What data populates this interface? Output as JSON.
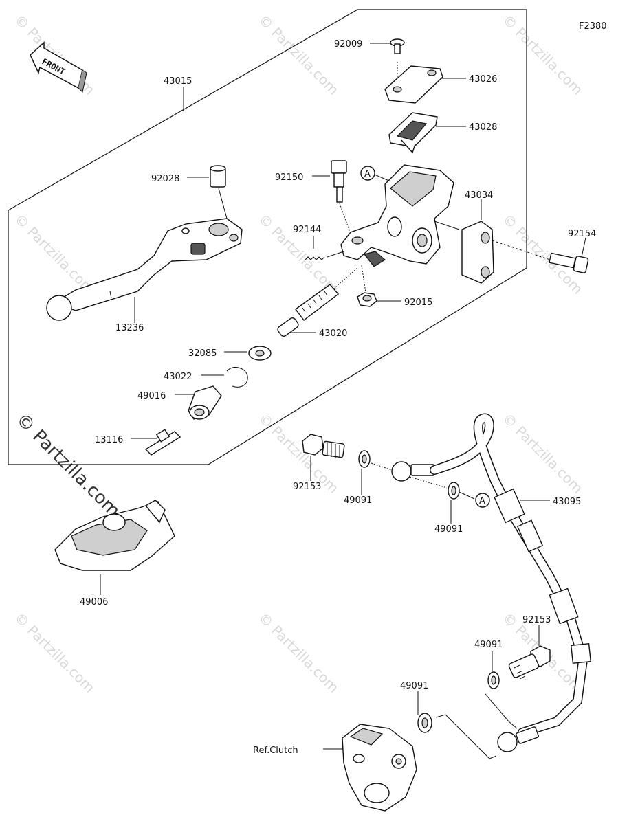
{
  "diagram_code": "F2380",
  "front_label": "FRONT",
  "watermark": "© Partzilla.com",
  "callout_a": "A",
  "labels": {
    "p43015": "43015",
    "p92009": "92009",
    "p43026": "43026",
    "p43028": "43028",
    "p92028": "92028",
    "p92150": "92150",
    "p43034": "43034",
    "p92154": "92154",
    "p92144": "92144",
    "p13236": "13236",
    "p92015": "92015",
    "p43020": "43020",
    "p32085": "32085",
    "p43022": "43022",
    "p49016": "49016",
    "p13116": "13116",
    "p92153a": "92153",
    "p49091a": "49091",
    "p49091b": "49091",
    "p43095": "43095",
    "p49006": "49006",
    "p92153b": "92153",
    "p49091c": "49091",
    "p49091d": "49091",
    "ref_clutch": "Ref.Clutch"
  }
}
